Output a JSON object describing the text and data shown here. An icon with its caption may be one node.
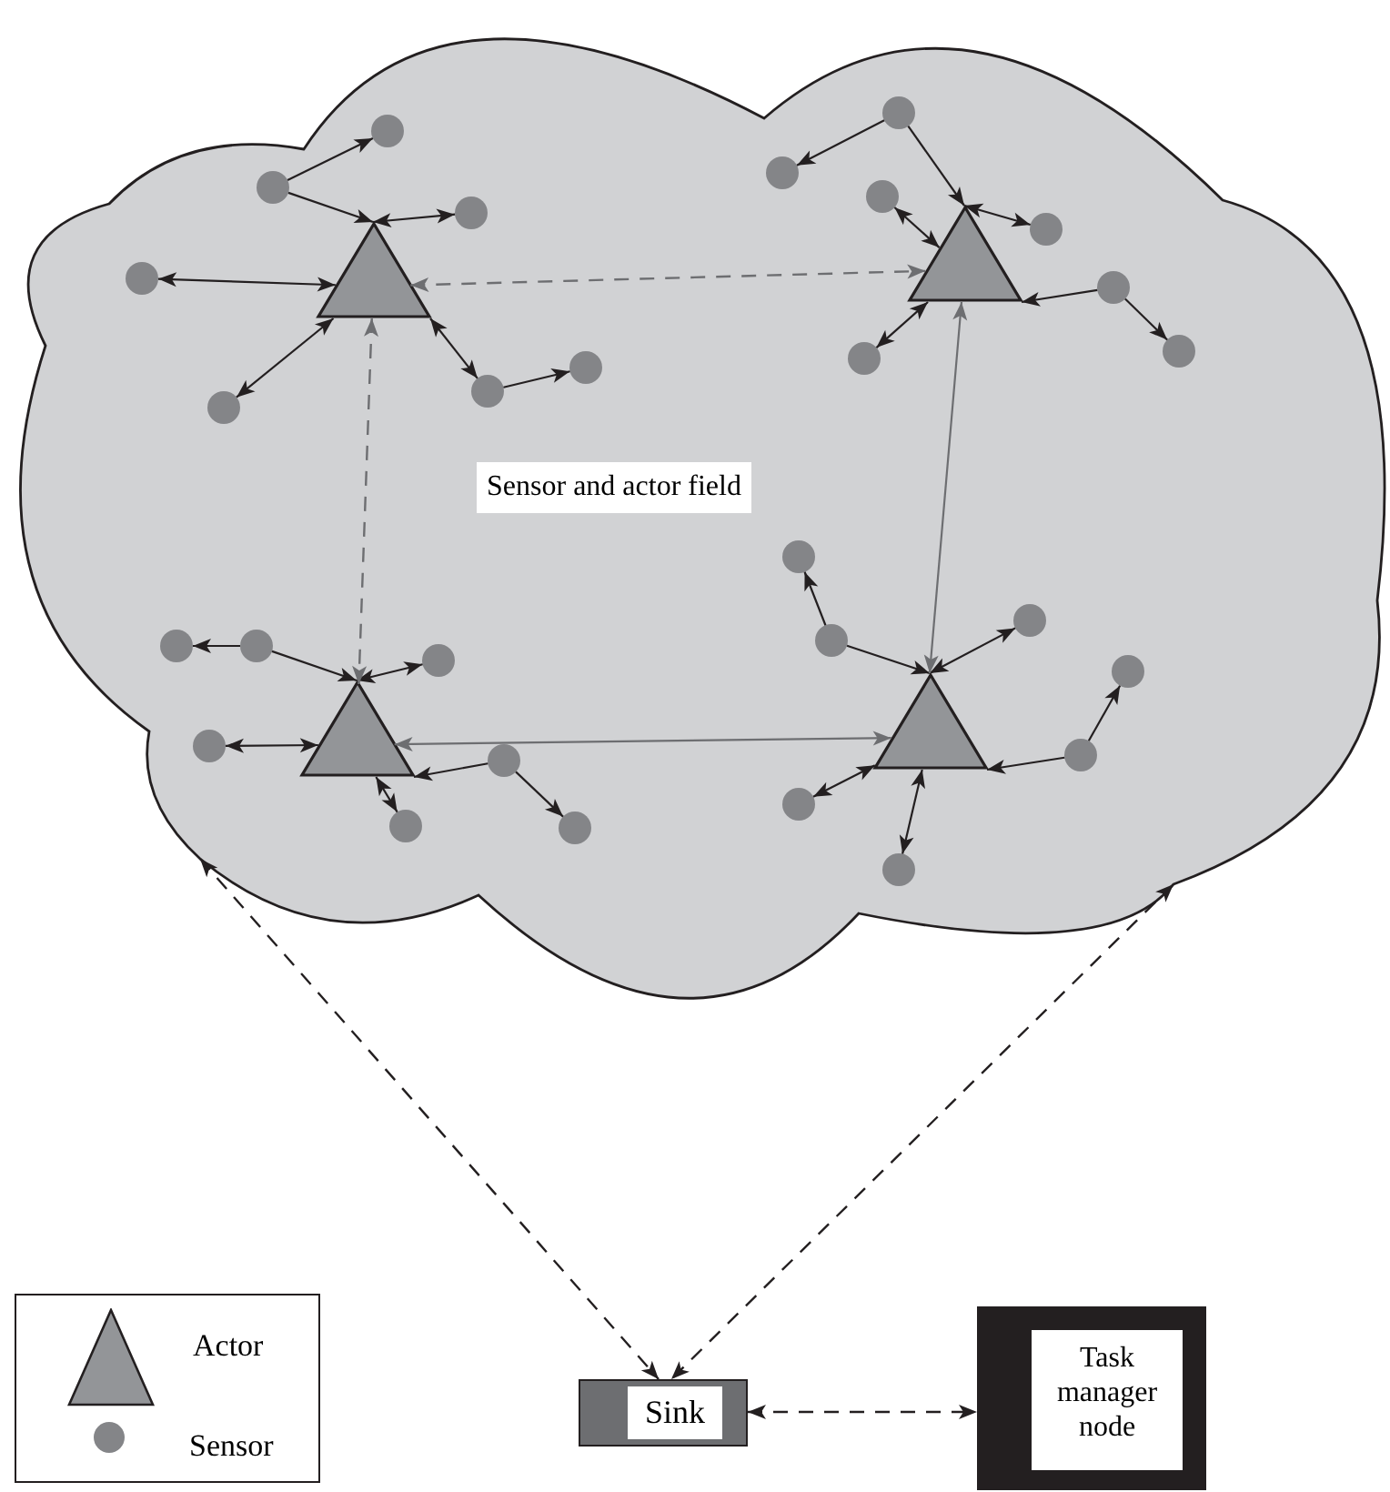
{
  "diagram": {
    "nodes": [
      {
        "text": [
          "Sensor and actor field"
        ]
      },
      {
        "text": [],
        "shape": "triangle",
        "in": 0
      },
      {
        "text": [],
        "shape": "triangle",
        "in": 0
      },
      {
        "text": [],
        "shape": "triangle",
        "in": 0
      },
      {
        "text": [],
        "shape": "triangle",
        "in": 0
      },
      {
        "text": [],
        "shape": "circle",
        "in": 0
      },
      {
        "text": [],
        "shape": "circle",
        "in": 0
      },
      {
        "text": [],
        "shape": "circle",
        "in": 0
      },
      {
        "text": [],
        "shape": "circle",
        "in": 0
      },
      {
        "text": [],
        "shape": "circle",
        "in": 0
      },
      {
        "text": [],
        "shape": "circle",
        "in": 0
      },
      {
        "text": [],
        "shape": "circle",
        "in": 0
      },
      {
        "text": [],
        "shape": "circle",
        "in": 0
      },
      {
        "text": [],
        "shape": "circle",
        "in": 0
      },
      {
        "text": [],
        "shape": "circle",
        "in": 0
      },
      {
        "text": [],
        "shape": "circle",
        "in": 0
      },
      {
        "text": [],
        "shape": "circle",
        "in": 0
      },
      {
        "text": [],
        "shape": "circle",
        "in": 0
      },
      {
        "text": [],
        "shape": "circle",
        "in": 0
      },
      {
        "text": [],
        "shape": "circle",
        "in": 0
      },
      {
        "text": [],
        "shape": "circle",
        "in": 0
      },
      {
        "text": [],
        "shape": "circle",
        "in": 0
      },
      {
        "text": [],
        "shape": "circle",
        "in": 0
      },
      {
        "text": [],
        "shape": "circle",
        "in": 0
      },
      {
        "text": [],
        "shape": "circle",
        "in": 0
      },
      {
        "text": [],
        "shape": "circle",
        "in": 0
      },
      {
        "text": [],
        "shape": "circle",
        "in": 0
      },
      {
        "text": [],
        "shape": "circle",
        "in": 0
      },
      {
        "text": [],
        "shape": "circle",
        "in": 0
      },
      {
        "text": [],
        "shape": "circle",
        "in": 0
      },
      {
        "text": [],
        "shape": "circle",
        "in": 0
      },
      {
        "text": [],
        "shape": "circle",
        "in": 0
      },
      {
        "text": [],
        "shape": "circle",
        "in": 0
      },
      {
        "text": [
          "Sink"
        ]
      },
      {
        "text": [
          "Task manager node"
        ]
      }
    ],
    "edges": [
      {
        "from": 8,
        "to": 6,
        "arrow": "to"
      },
      {
        "from": 8,
        "to": 1,
        "arrow": "to"
      },
      {
        "from": 1,
        "to": 10,
        "arrow": "both"
      },
      {
        "from": 1,
        "to": 12,
        "arrow": "both"
      },
      {
        "from": 1,
        "to": 18,
        "arrow": "both"
      },
      {
        "from": 1,
        "to": 17,
        "arrow": "both"
      },
      {
        "from": 17,
        "to": 16,
        "arrow": "to"
      },
      {
        "from": 5,
        "to": 7,
        "arrow": "to"
      },
      {
        "from": 5,
        "to": 2,
        "arrow": "to"
      },
      {
        "from": 2,
        "to": 9,
        "arrow": "both"
      },
      {
        "from": 2,
        "to": 11,
        "arrow": "both"
      },
      {
        "from": 13,
        "to": 2,
        "arrow": "to"
      },
      {
        "from": 13,
        "to": 14,
        "arrow": "to"
      },
      {
        "from": 2,
        "to": 15,
        "arrow": "both"
      },
      {
        "from": 22,
        "to": 23,
        "arrow": "to"
      },
      {
        "from": 22,
        "to": 3,
        "arrow": "to"
      },
      {
        "from": 3,
        "to": 24,
        "arrow": "both"
      },
      {
        "from": 3,
        "to": 26,
        "arrow": "both"
      },
      {
        "from": 28,
        "to": 3,
        "arrow": "to"
      },
      {
        "from": 28,
        "to": 31,
        "arrow": "to"
      },
      {
        "from": 3,
        "to": 30,
        "arrow": "both"
      },
      {
        "from": 21,
        "to": 19,
        "arrow": "to"
      },
      {
        "from": 21,
        "to": 4,
        "arrow": "to"
      },
      {
        "from": 4,
        "to": 20,
        "arrow": "both"
      },
      {
        "from": 27,
        "to": 4,
        "arrow": "to"
      },
      {
        "from": 27,
        "to": 25,
        "arrow": "to"
      },
      {
        "from": 4,
        "to": 29,
        "arrow": "both"
      },
      {
        "from": 4,
        "to": 32,
        "arrow": "both"
      },
      {
        "from": 1,
        "to": 2,
        "arrow": "both",
        "style": "dashed",
        "color": "#6d6e71"
      },
      {
        "from": 1,
        "to": 3,
        "arrow": "both",
        "style": "dashed",
        "color": "#6d6e71"
      },
      {
        "from": 2,
        "to": 4,
        "arrow": "both",
        "color": "#6d6e71"
      },
      {
        "from": 3,
        "to": 4,
        "arrow": "both",
        "color": "#6d6e71"
      },
      {
        "from": 0,
        "to": 33,
        "arrow": "both",
        "style": "dashed"
      },
      {
        "from": 0,
        "to": 33,
        "arrow": "both",
        "style": "dashed"
      },
      {
        "from": 33,
        "to": 34,
        "arrow": "both",
        "style": "dashed"
      }
    ],
    "legend": [
      {
        "text": "Actor"
      },
      {
        "text": "Sensor"
      }
    ]
  }
}
